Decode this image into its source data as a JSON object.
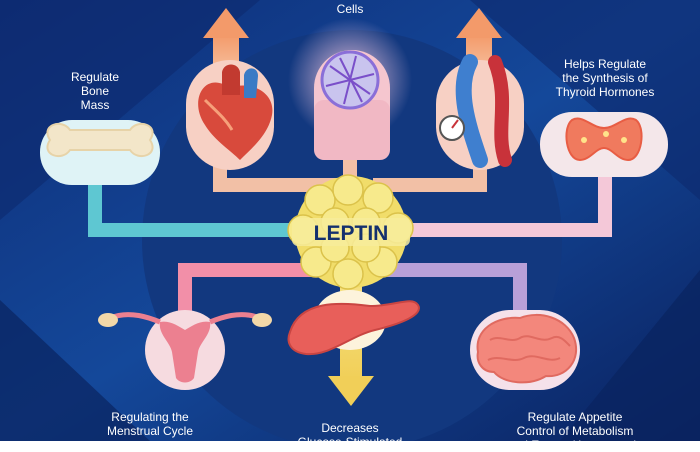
{
  "center": {
    "title": "LEPTIN"
  },
  "labels": {
    "top": "Cells",
    "bone": [
      "Regulate",
      "Bone",
      "Mass"
    ],
    "thyroid": [
      "Helps Regulate",
      "the Synthesis of",
      "Thyroid Hormones"
    ],
    "menstrual": [
      "Regulating the",
      "Menstrual Cycle"
    ],
    "glucose": [
      "Decreases",
      "Glucose-Stimulated"
    ],
    "appetite": [
      "Regulate Appetite",
      "Control of Metabolism",
      "and Energy Homeostasis"
    ]
  },
  "colors": {
    "bg_dark": "#0b2566",
    "bg_mid": "#13408f",
    "circle": "#123a85",
    "teal": "#5ec7d2",
    "peach": "#f2c0a6",
    "pink": "#f28fa8",
    "lavender": "#b8a0d8",
    "yellow": "#f3e27a",
    "arrow_orange": "#f4a87c"
  },
  "icons": [
    "bone-icon",
    "heart-icon",
    "fat-cell-icon",
    "blood-vessel-icon",
    "thyroid-icon",
    "uterus-icon",
    "pancreas-icon",
    "brain-icon",
    "leptin-molecule-icon"
  ]
}
